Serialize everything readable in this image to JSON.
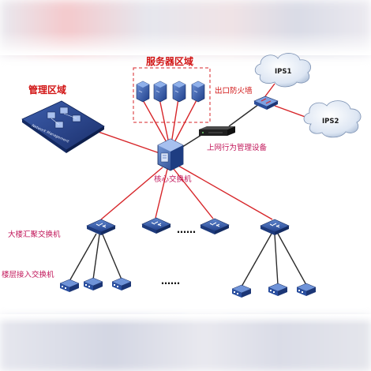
{
  "labels": {
    "server_area": "服务器区域",
    "management_area": "管理区域",
    "exit_firewall": "出口防火墙",
    "ips1": "IPS1",
    "ips2": "IPS2",
    "behavior_mgmt": "上网行为管理设备",
    "core_switch": "核心交换机",
    "aggregation_switch": "大楼汇聚交换机",
    "access_switch": "楼层接入交换机",
    "network_management": "Network Management",
    "ellipsis_aggregation": "……",
    "ellipsis_access": "……"
  },
  "colors": {
    "link_red": "#d7262a",
    "link_dark": "#2b2b2b",
    "device_blue": "#2a4fa0",
    "label_red": "#d11414",
    "label_pink": "#c2185b"
  }
}
